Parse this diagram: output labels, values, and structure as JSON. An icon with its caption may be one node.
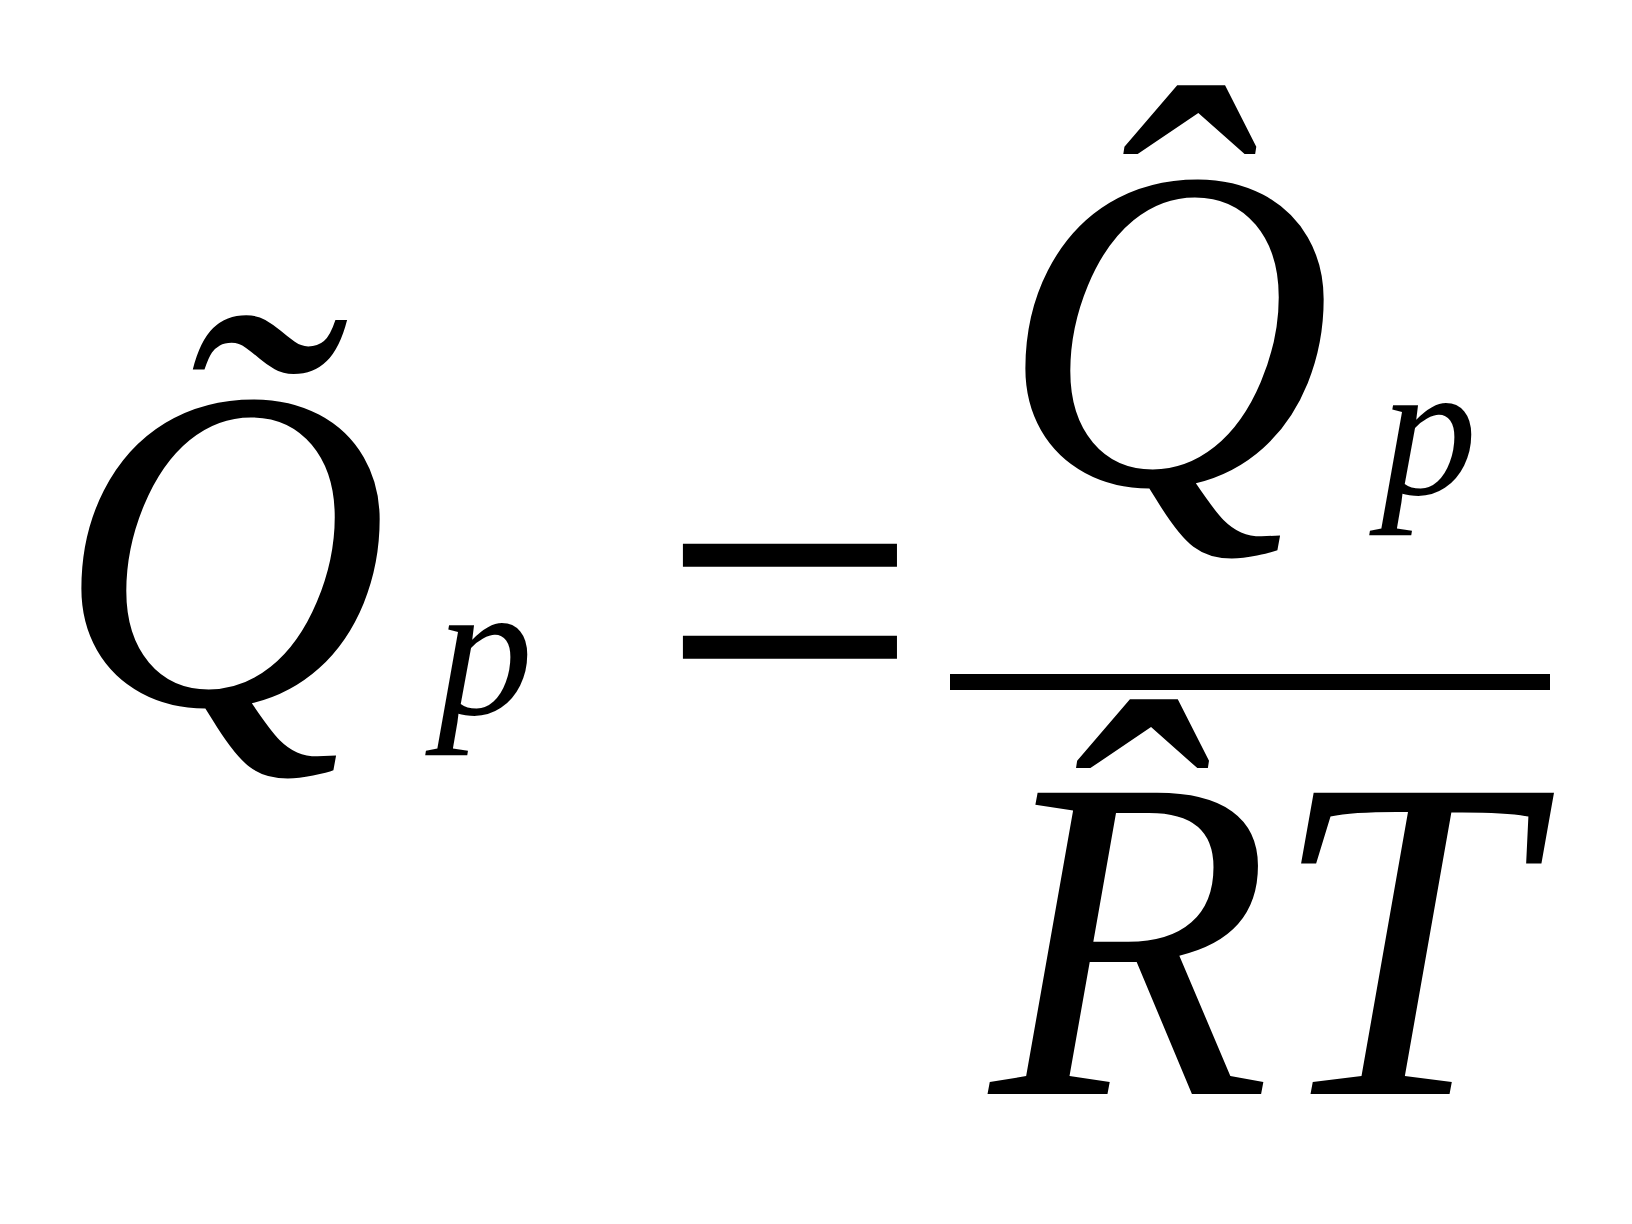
{
  "diagram": {
    "labels": [
      "Q̃$_{p}$",
      "=",
      "Q̂$_{p}$",
      "R̂T"
    ]
  }
}
